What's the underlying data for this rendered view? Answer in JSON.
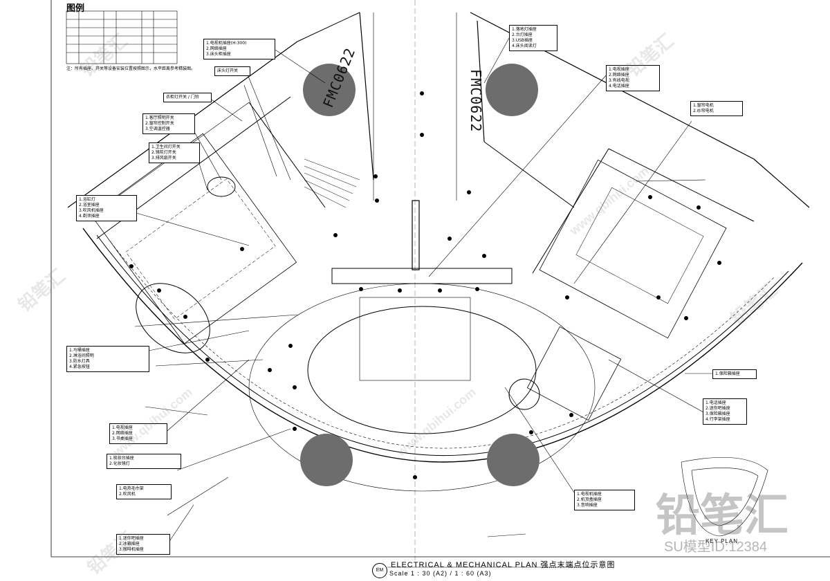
{
  "legend": {
    "title": "图例",
    "note": "注：所有插座、开关等设备安装位置按照图示，水平距离参考精装图。"
  },
  "drawing": {
    "title": "ELECTRICAL & MECHANICAL PLAN 强点末端点位示意图",
    "scale": "Scale 1 : 30 (A2) / 1 : 60 (A3)",
    "badge": "EM",
    "fmc_left": "FMC0622",
    "fmc_right": "FMC0622",
    "key_plan": "KEY PLAN"
  },
  "callouts": [
    "1.电视机插座(H:300)\n2.网络插座\n3.床头柜插座",
    "床头灯开关",
    "衣柜灯开关 / 门铃",
    "1.客厅照明开关\n2.窗帘控制开关\n3.空调温控器",
    "1.卫生间灯开关\n2.镜前灯开关\n3.排风扇开关",
    "1.浴缸灯\n2.浴室插座\n3.吹风机插座\n4.剃须插座",
    "1.马桶插座\n2.淋浴间照明\n3.防水灯具\n4.紧急按钮",
    "1.电视插座\n2.网络插座\n3.书桌插座",
    "1.梳妆台插座\n2.化妆镜灯",
    "1.电热毛巾架\n2.吹风机",
    "1.迷你吧插座\n2.冰箱插座\n3.咖啡机插座",
    "1.落地灯插座\n2.台灯插座\n3.USB插座\n4.床头阅读灯",
    "1.电视插座\n2.网络插座\n3.有线电视\n4.电话插座",
    "1.窗帘电机\n2.纱帘电机",
    "1.保险箱插座",
    "1.电话插座\n2.迷你吧插座\n3.保险箱插座\n4.行李架插座",
    "1.电视机插座\n2.机顶盒插座\n3.音响插座"
  ],
  "watermarks": {
    "brand_cn": "铅笔汇",
    "site": "www.qbihui.com",
    "big": "铅笔汇",
    "id": "SU模型ID:12384"
  }
}
